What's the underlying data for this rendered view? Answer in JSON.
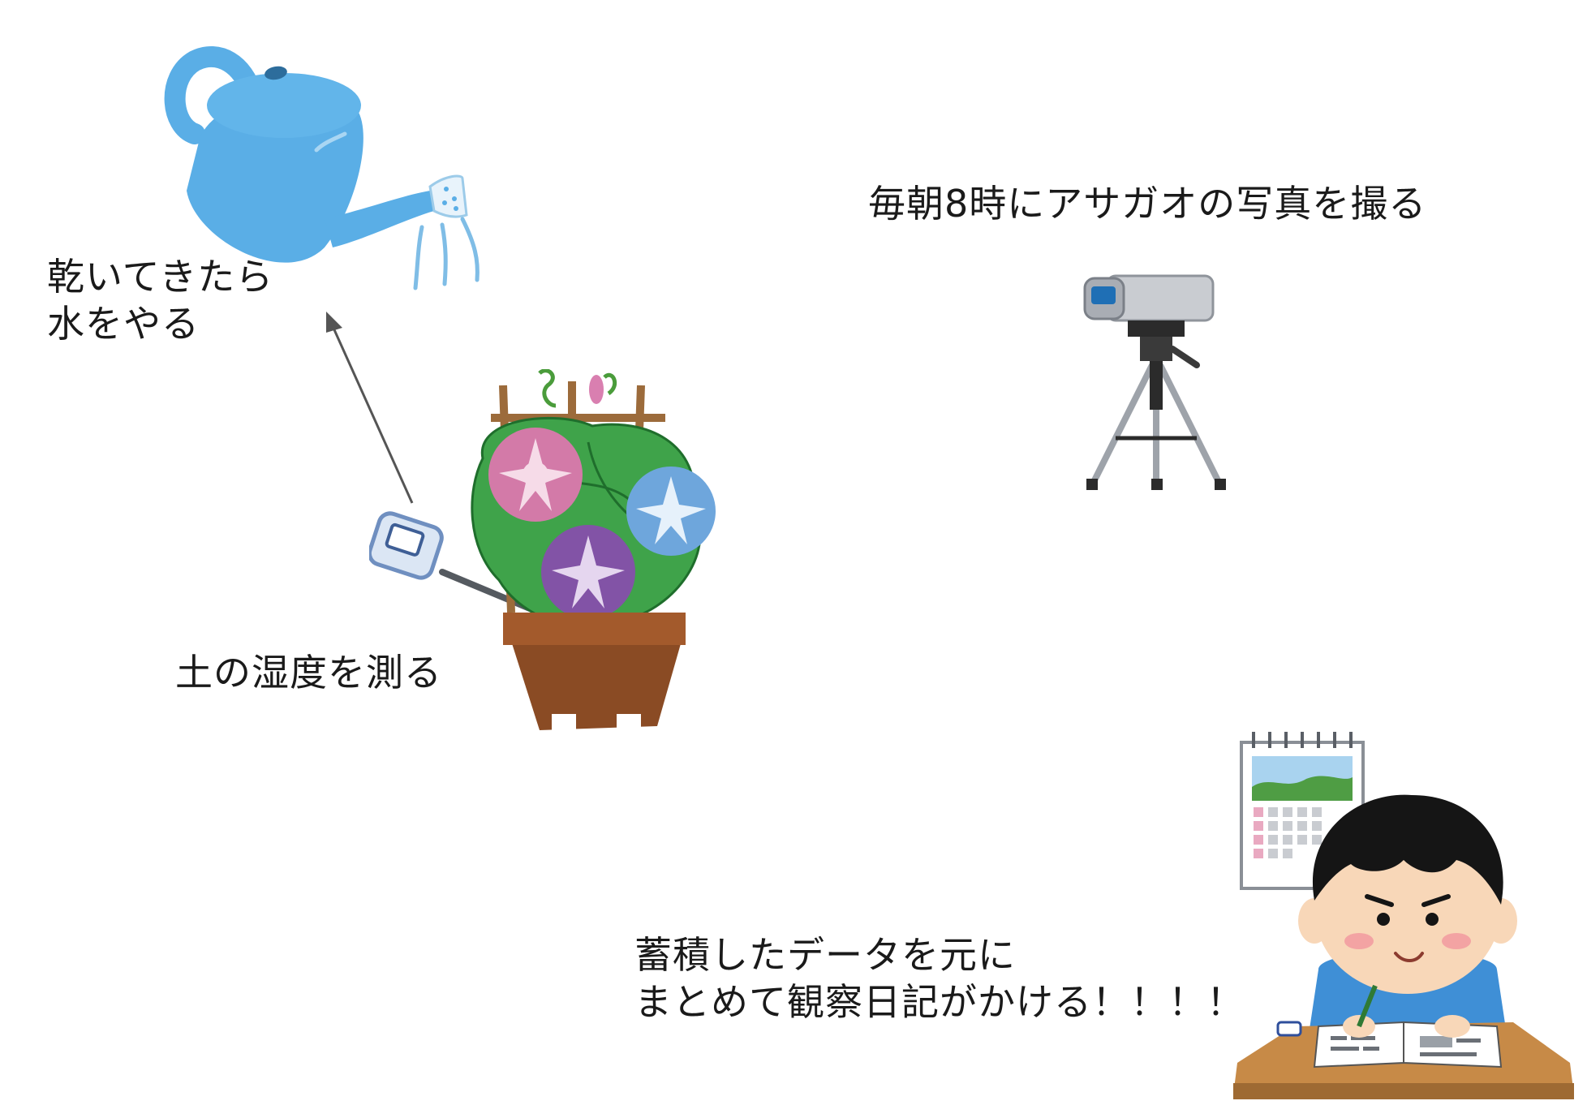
{
  "labels": {
    "watering_line1": "乾いてきたら",
    "watering_line2": "水をやる",
    "camera": "毎朝8時にアサガオの写真を撮る",
    "soil": "土の湿度を測る",
    "diary_line1": "蓄積したデータを元に",
    "diary_line2": "まとめて観察日記がかける！！！！"
  },
  "icons": {
    "watering_can": "watering-can-icon",
    "camera": "video-camera-tripod-icon",
    "plant": "morning-glory-pot-icon",
    "sensor": "soil-moisture-sensor-icon",
    "boy": "boy-studying-icon",
    "calendar": "calendar-icon"
  },
  "colors": {
    "arrow": "#555555",
    "can": "#5aaee6",
    "pot": "#8a4b24"
  }
}
